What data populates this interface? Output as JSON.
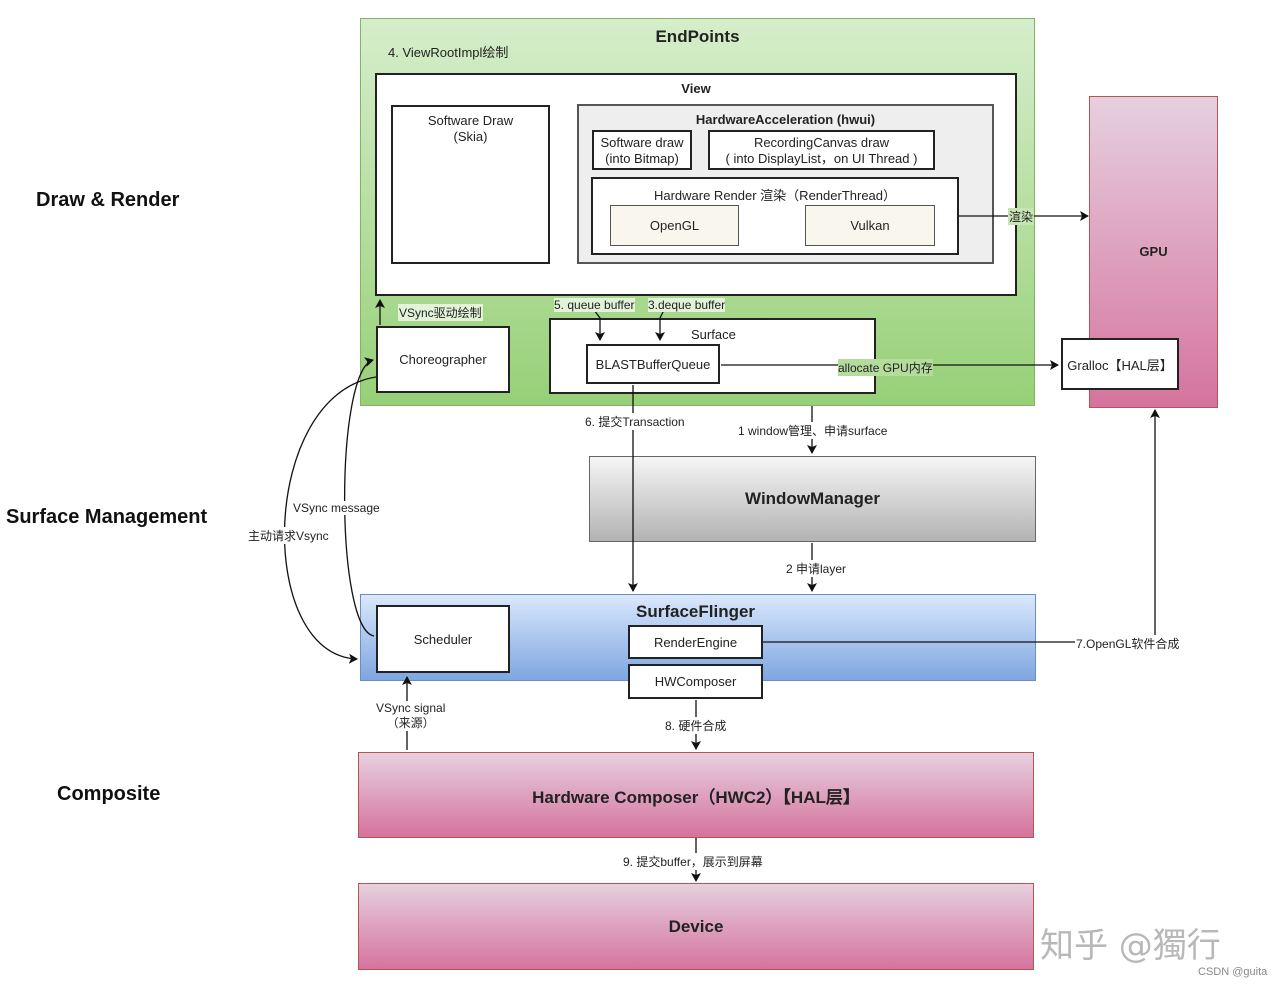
{
  "sections": {
    "draw_render": "Draw & Render",
    "surface_management": "Surface Management",
    "composite": "Composite"
  },
  "endpoints": {
    "title": "EndPoints",
    "step4": "4. ViewRootImpl绘制",
    "view": {
      "title": "View",
      "software_draw": [
        "Software Draw",
        "(Skia)"
      ],
      "hwui": {
        "title": "HardwareAcceleration (hwui)",
        "software_bitmap": [
          "Software draw",
          "(into Bitmap)"
        ],
        "recording_canvas": [
          "RecordingCanvas draw",
          "( into DisplayList，on UI Thread )"
        ],
        "hardware_render": {
          "title": "Hardware Render 渲染（RenderThread）",
          "opengl": "OpenGL",
          "vulkan": "Vulkan"
        }
      }
    },
    "vsync_drive": "VSync驱动绘制",
    "queue_buffer": "5. queue buffer",
    "deque_buffer": "3.deque buffer",
    "choreographer": "Choreographer",
    "surface": {
      "title": "Surface",
      "blast": "BLASTBufferQueue"
    }
  },
  "gpu": {
    "title": "GPU",
    "gralloc": "Gralloc【HAL层】"
  },
  "edges": {
    "render_to_gpu": "渲染",
    "allocate": "allocate GPU内存",
    "submit_transaction": "6. 提交Transaction",
    "window_request": "1 window管理、申请surface",
    "request_layer": "2 申请layer",
    "vsync_message": "VSync message",
    "request_vsync": "主动请求Vsync",
    "vsync_signal": [
      "VSync signal",
      "（来源）"
    ],
    "opengl_composite": "7.OpenGL软件合成",
    "hw_composite": "8. 硬件合成",
    "submit_buffer": "9. 提交buffer，展示到屏幕"
  },
  "window_manager": "WindowManager",
  "surfaceflinger": {
    "title": "SurfaceFlinger",
    "scheduler": "Scheduler",
    "render_engine": "RenderEngine",
    "hwcomposer": "HWComposer"
  },
  "hwc": "Hardware Composer（HWC2）【HAL层】",
  "device": "Device",
  "watermark": "知乎 @獨行",
  "csdn": "CSDN @guita",
  "colors": {
    "green_top": "#d6eecb",
    "green_bottom": "#97d077",
    "blue_top": "#dae8fc",
    "blue_bottom": "#7ea6e0",
    "pink_top": "#e6d0de",
    "pink_bottom": "#d5739d",
    "gray_top": "#f5f5f5",
    "gray_bottom": "#b3b3b3",
    "cream": "#f9f7ed"
  }
}
